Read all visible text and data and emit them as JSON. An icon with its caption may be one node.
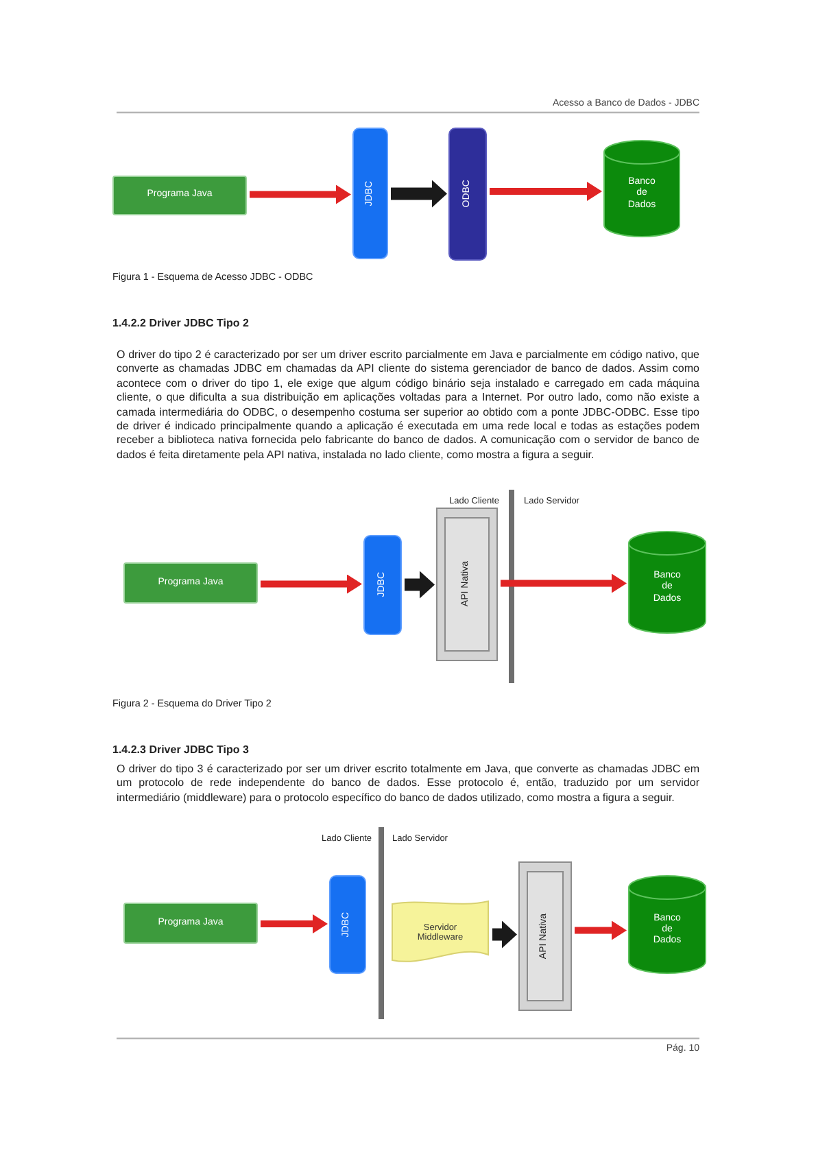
{
  "diagram": {
    "nodes": [
      {
        "text": [
          "Programa Java"
        ]
      },
      {
        "text": [
          "JDBC"
        ]
      },
      {
        "text": [
          "ODBC"
        ]
      },
      {
        "text": [
          "Banco de Dados"
        ]
      },
      {
        "text": [
          "Programa Java"
        ]
      },
      {
        "text": [
          "JDBC"
        ]
      },
      {
        "text": [
          "API Nativa"
        ]
      },
      {
        "text": [
          "Banco de Dados"
        ]
      },
      {
        "text": [
          "Programa Java"
        ]
      },
      {
        "text": [
          "JDBC"
        ]
      },
      {
        "text": [
          "Servidor Middleware"
        ]
      },
      {
        "text": [
          "API Nativa"
        ]
      },
      {
        "text": [
          "Banco de Dados"
        ]
      }
    ],
    "edges": [
      {
        "from": 0,
        "to": 1,
        "arrow": "to"
      },
      {
        "from": 1,
        "to": 2,
        "arrow": "to",
        "style": "thick",
        "color": "#1a1a1a"
      },
      {
        "from": 2,
        "to": 3,
        "arrow": "to"
      },
      {
        "from": 4,
        "to": 5,
        "arrow": "to"
      },
      {
        "from": 5,
        "to": 6,
        "arrow": "to",
        "style": "thick",
        "color": "#1a1a1a"
      },
      {
        "from": 6,
        "to": 7,
        "arrow": "to"
      },
      {
        "from": 8,
        "to": 9,
        "arrow": "to"
      },
      {
        "from": 10,
        "to": 11,
        "arrow": "to",
        "style": "thick",
        "color": "#1a1a1a"
      },
      {
        "from": 11,
        "to": 12,
        "arrow": "to"
      }
    ],
    "labels": [
      "Acesso a Banco de Dados - JDBC",
      "Figura 1 - Esquema de Acesso JDBC - ODBC",
      "1.4.2.2 Driver JDBC Tipo 2",
      "O driver do tipo 2 é caracterizado por ser um driver escrito parcialmente em Java e parcialmente em código nativo, que converte as chamadas JDBC em chamadas da API cliente do sistema gerenciador de banco de dados. Assim como acontece com o driver do tipo 1, ele exige que algum código binário seja instalado e carregado em cada máquina cliente, o que dificulta a sua distribuição em aplicações voltadas para a Internet. Por outro lado, como não existe a camada intermediária do ODBC, o desempenho costuma ser superior ao obtido com a ponte JDBC-ODBC. Esse tipo de driver é indicado principalmente quando a aplicação é executada em uma rede local e todas as estações podem receber a biblioteca nativa fornecida pelo fabricante do banco de dados. A comunicação com o servidor de banco de dados é feita diretamente pela API nativa, instalada no lado cliente, como mostra a figura a seguir.",
      "Lado Cliente",
      "Lado Servidor",
      "Figura 2 - Esquema do Driver Tipo 2",
      "1.4.2.3 Driver JDBC Tipo 3",
      "O driver do tipo 3 é caracterizado por ser um driver escrito totalmente em Java, que converte as chamadas JDBC em um protocolo de rede independente do banco de dados. Esse protocolo é, então, traduzido por um servidor intermediário (middleware) para o protocolo específico do banco de dados utilizado, como mostra a figura a seguir.",
      "Lado Cliente",
      "Lado Servidor",
      "Pág. 10"
    ]
  }
}
